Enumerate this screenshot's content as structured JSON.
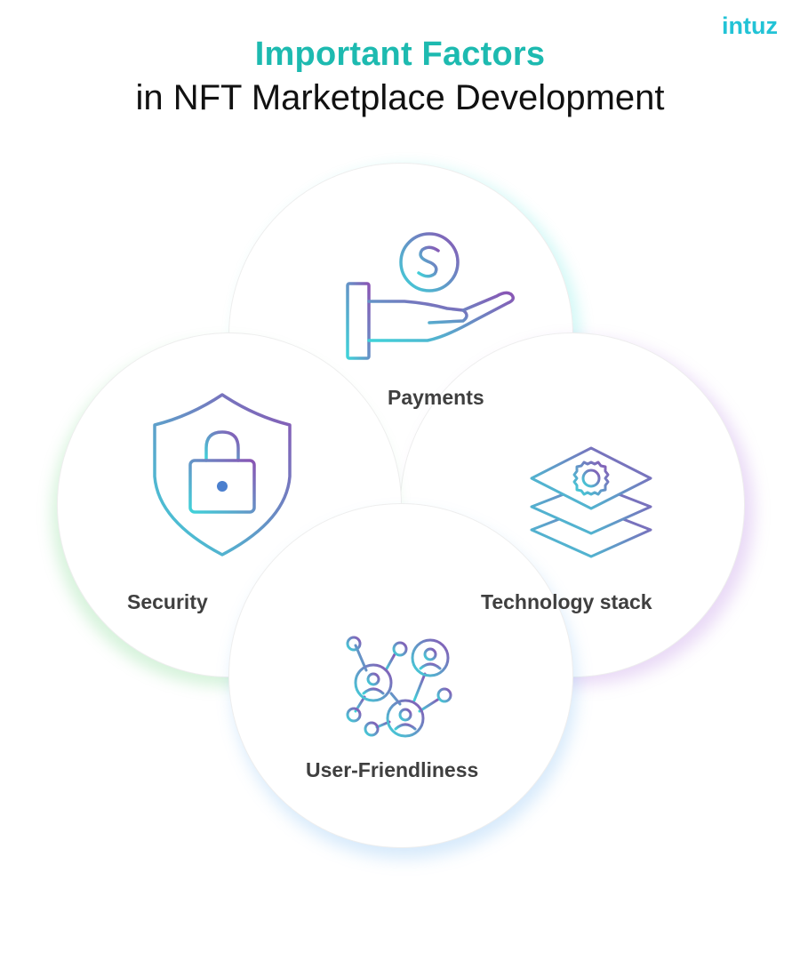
{
  "brand": {
    "logo_text": "intuz",
    "accent": "#1dbab0",
    "logo_color": "#22c3d6"
  },
  "title": {
    "line1": "Important Factors",
    "line2": "in NFT Marketplace Development"
  },
  "factors": [
    {
      "label": "Payments",
      "icon": "hand-coin-icon"
    },
    {
      "label": "Technology stack",
      "icon": "layers-gear-icon"
    },
    {
      "label": "Security",
      "icon": "shield-lock-icon"
    },
    {
      "label": "User-Friendliness",
      "icon": "user-network-icon"
    }
  ],
  "icon_gradient": [
    "#3fd3d9",
    "#8a54b4"
  ]
}
